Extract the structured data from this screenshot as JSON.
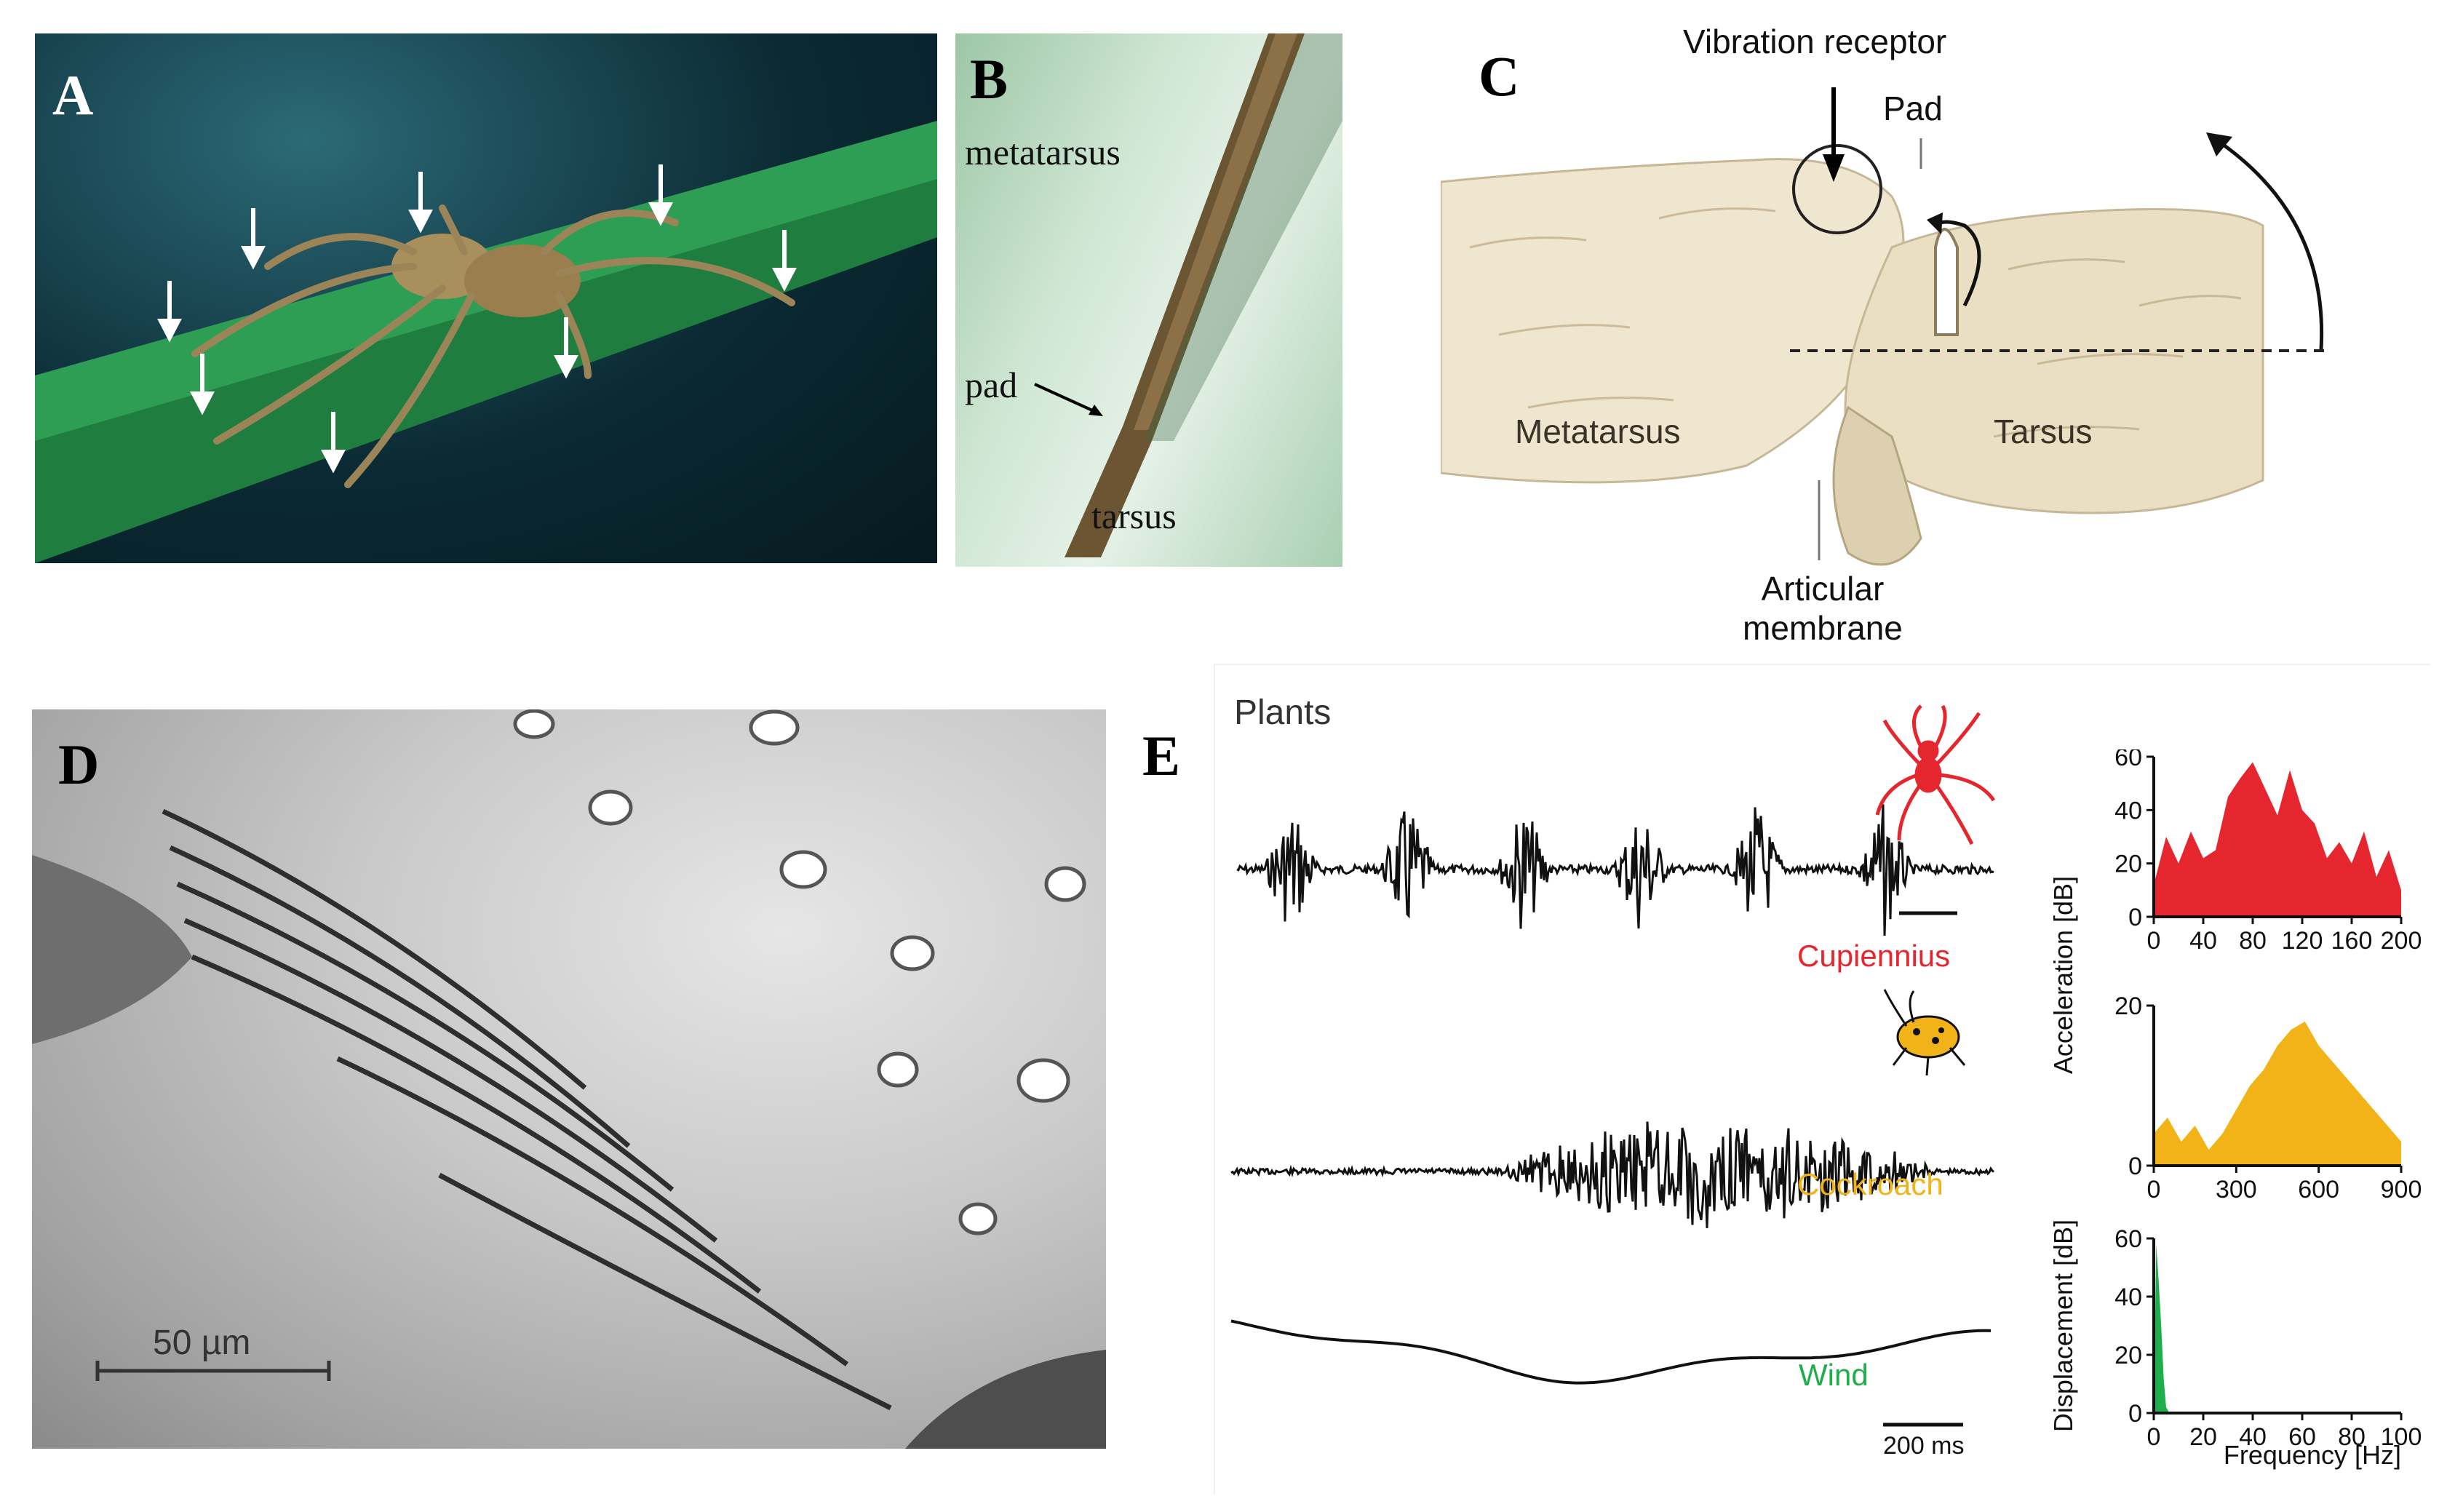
{
  "panels": {
    "a": {
      "label": "A"
    },
    "b": {
      "label": "B",
      "metatarsus": "metatarsus",
      "pad": "pad",
      "tarsus": "tarsus"
    },
    "c": {
      "label": "C",
      "vibration_receptor": "Vibration receptor",
      "pad": "Pad",
      "metatarsus": "Metatarsus",
      "tarsus": "Tarsus",
      "articular_line1": "Articular",
      "articular_line2": "membrane"
    },
    "d": {
      "label": "D",
      "scale_bar": "50 µm"
    },
    "e": {
      "label": "E",
      "title": "Plants",
      "traces": {
        "cupiennius": "Cupiennius",
        "cockroach": "Cockroach",
        "wind": "Wind"
      },
      "time_scale": "200 ms"
    }
  },
  "colors": {
    "cupiennius": "#e5262e",
    "cockroach": "#f2b318",
    "wind": "#1fae4b",
    "trace": "#111111"
  },
  "chart_data": [
    {
      "type": "area",
      "series": [
        {
          "name": "Cupiennius",
          "x": [
            0,
            10,
            20,
            30,
            40,
            50,
            60,
            70,
            80,
            90,
            100,
            110,
            120,
            130,
            140,
            150,
            160,
            170,
            180,
            190,
            200
          ],
          "values": [
            12,
            30,
            20,
            32,
            22,
            25,
            45,
            52,
            58,
            48,
            38,
            55,
            40,
            35,
            22,
            28,
            20,
            32,
            15,
            25,
            10
          ]
        }
      ],
      "xticks": [
        "0",
        "40",
        "80",
        "120",
        "160",
        "200"
      ],
      "yticks": [
        "0",
        "20",
        "40",
        "60"
      ],
      "xlim": [
        0,
        200
      ],
      "ylim": [
        0,
        60
      ]
    },
    {
      "type": "area",
      "series": [
        {
          "name": "Cockroach",
          "x": [
            0,
            50,
            100,
            150,
            200,
            250,
            300,
            350,
            400,
            450,
            500,
            550,
            600,
            650,
            700,
            750,
            800,
            850,
            900
          ],
          "values": [
            4,
            6,
            3,
            5,
            2,
            4,
            7,
            10,
            12,
            15,
            17,
            18,
            15,
            13,
            11,
            9,
            7,
            5,
            3
          ]
        }
      ],
      "xticks": [
        "0",
        "300",
        "600",
        "900"
      ],
      "yticks": [
        "0",
        "20"
      ],
      "xlim": [
        0,
        900
      ],
      "ylim": [
        0,
        20
      ]
    },
    {
      "type": "area",
      "series": [
        {
          "name": "Wind",
          "x": [
            0,
            1,
            2,
            3,
            4,
            5,
            6,
            10,
            20,
            40,
            60,
            80,
            100
          ],
          "values": [
            0,
            58,
            45,
            30,
            12,
            2,
            0.5,
            0,
            0,
            0,
            0,
            0,
            0
          ]
        }
      ],
      "xticks": [
        "0",
        "20",
        "40",
        "60",
        "80",
        "100"
      ],
      "yticks": [
        "0",
        "20",
        "40",
        "60"
      ],
      "xlim": [
        0,
        100
      ],
      "ylim": [
        0,
        60
      ]
    }
  ],
  "axes": {
    "acceleration": "Acceleration  [dB]",
    "displacement": "Displacement  [dB]",
    "frequency": "Frequency  [Hz]"
  }
}
